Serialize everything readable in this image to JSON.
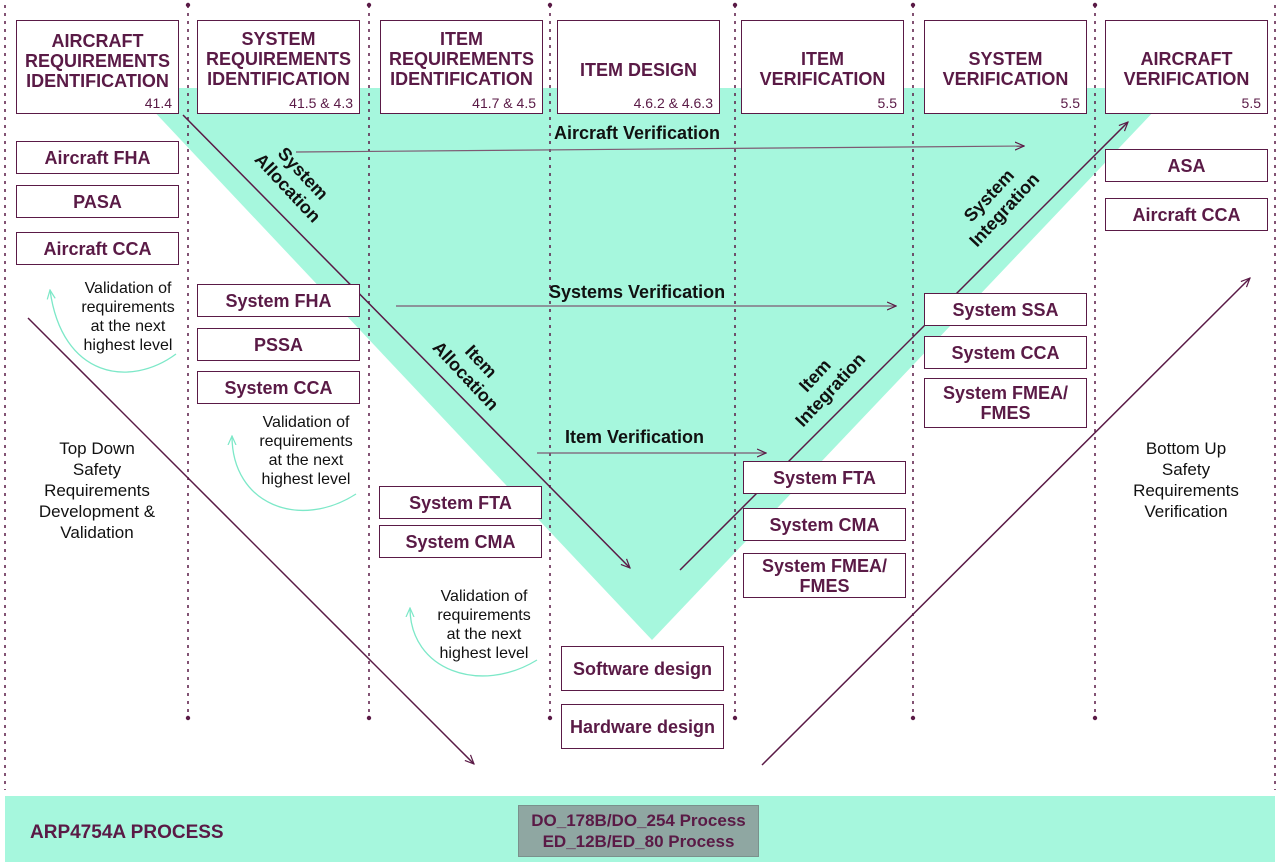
{
  "columns": [
    {
      "title": "AIRCRAFT\nREQUIREMENTS\nIDENTIFICATION",
      "ref": "41.4"
    },
    {
      "title": "SYSTEM\nREQUIREMENTS\nIDENTIFICATION",
      "ref": "41.5 & 4.3"
    },
    {
      "title": "ITEM\nREQUIREMENTS\nIDENTIFICATION",
      "ref": "41.7 & 4.5"
    },
    {
      "title": "ITEM DESIGN",
      "ref": "4.6.2 & 4.6.3"
    },
    {
      "title": "ITEM\nVERIFICATION",
      "ref": "5.5"
    },
    {
      "title": "SYSTEM\nVERIFICATION",
      "ref": "5.5"
    },
    {
      "title": "AIRCRAFT\nVERIFICATION",
      "ref": "5.5"
    }
  ],
  "aircraft_boxes": [
    "Aircraft FHA",
    "PASA",
    "Aircraft CCA"
  ],
  "system_req_boxes": [
    "System FHA",
    "PSSA",
    "System CCA"
  ],
  "item_req_boxes": [
    "System FTA",
    "System CMA"
  ],
  "design_boxes": [
    "Software design",
    "Hardware design"
  ],
  "item_ver_boxes": [
    "System FTA",
    "System CMA",
    "System FMEA/\nFMES"
  ],
  "system_ver_boxes": [
    "System SSA",
    "System CCA",
    "System FMEA/\nFMES"
  ],
  "aircraft_ver_boxes": [
    "ASA",
    "Aircraft CCA"
  ],
  "flow_labels": {
    "aircraft_verification": "Aircraft Verification",
    "systems_verification": "Systems Verification",
    "item_verification": "Item Verification",
    "system_allocation": "System\nAllocation",
    "item_allocation": "Item\nAllocation",
    "system_integration": "System\nIntegration",
    "item_integration": "Item\nIntegration"
  },
  "validation_note": "Validation of\nrequirements\nat the next\nhighest level",
  "top_down_note": "Top Down\nSafety\nRequirements\nDevelopment &\nValidation",
  "bottom_up_note": "Bottom Up\nSafety\nRequirements\nVerification",
  "footer": {
    "process_title": "ARP4754A PROCESS",
    "do_process": "DO_178B/DO_254 Process\nED_12B/ED_80 Process"
  },
  "colors": {
    "accent_mint": "#a6f7dd",
    "border_purple": "#5a1a46",
    "do_box_gray": "#8fa7a2"
  }
}
